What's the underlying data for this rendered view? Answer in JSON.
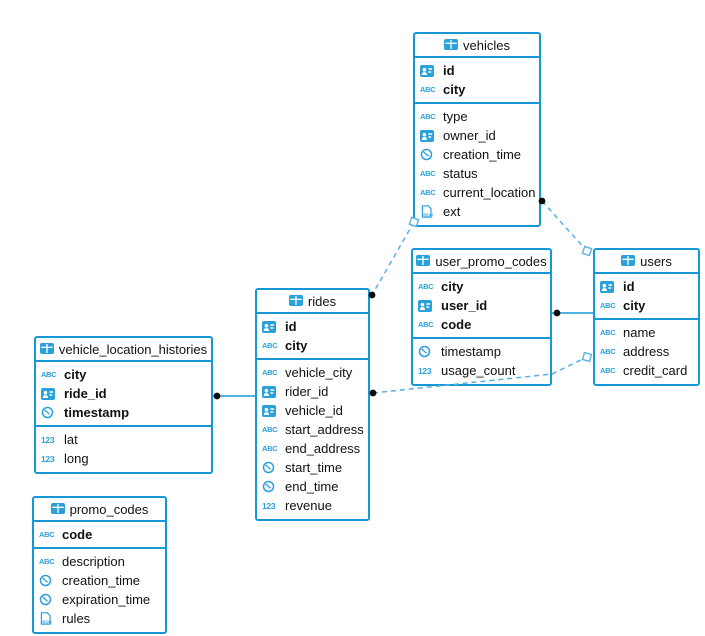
{
  "diagram": {
    "background": "#ffffff",
    "colors": {
      "primary": "#1798d6",
      "icon": "#2ba1dc",
      "dashed_line": "#56b1e3",
      "dot": "#0a0a0a",
      "text": "#111111"
    },
    "icon_labels": {
      "text": "ABC",
      "number": "123",
      "json": "JSON"
    },
    "tables": [
      {
        "name": "vehicles",
        "columns": [
          {
            "name": "id",
            "type": "id",
            "pk": true
          },
          {
            "name": "city",
            "type": "text",
            "pk": true
          },
          {
            "name": "type",
            "type": "text",
            "pk": false
          },
          {
            "name": "owner_id",
            "type": "id",
            "pk": false
          },
          {
            "name": "creation_time",
            "type": "time",
            "pk": false
          },
          {
            "name": "status",
            "type": "text",
            "pk": false
          },
          {
            "name": "current_location",
            "type": "text",
            "pk": false
          },
          {
            "name": "ext",
            "type": "json",
            "pk": false
          }
        ]
      },
      {
        "name": "user_promo_codes",
        "columns": [
          {
            "name": "city",
            "type": "text",
            "pk": true
          },
          {
            "name": "user_id",
            "type": "id",
            "pk": true
          },
          {
            "name": "code",
            "type": "text",
            "pk": true
          },
          {
            "name": "timestamp",
            "type": "time",
            "pk": false
          },
          {
            "name": "usage_count",
            "type": "number",
            "pk": false
          }
        ]
      },
      {
        "name": "users",
        "columns": [
          {
            "name": "id",
            "type": "id",
            "pk": true
          },
          {
            "name": "city",
            "type": "text",
            "pk": true
          },
          {
            "name": "name",
            "type": "text",
            "pk": false
          },
          {
            "name": "address",
            "type": "text",
            "pk": false
          },
          {
            "name": "credit_card",
            "type": "text",
            "pk": false
          }
        ]
      },
      {
        "name": "rides",
        "columns": [
          {
            "name": "id",
            "type": "id",
            "pk": true
          },
          {
            "name": "city",
            "type": "text",
            "pk": true
          },
          {
            "name": "vehicle_city",
            "type": "text",
            "pk": false
          },
          {
            "name": "rider_id",
            "type": "id",
            "pk": false
          },
          {
            "name": "vehicle_id",
            "type": "id",
            "pk": false
          },
          {
            "name": "start_address",
            "type": "text",
            "pk": false
          },
          {
            "name": "end_address",
            "type": "text",
            "pk": false
          },
          {
            "name": "start_time",
            "type": "time",
            "pk": false
          },
          {
            "name": "end_time",
            "type": "time",
            "pk": false
          },
          {
            "name": "revenue",
            "type": "number",
            "pk": false
          }
        ]
      },
      {
        "name": "vehicle_location_histories",
        "columns": [
          {
            "name": "city",
            "type": "text",
            "pk": true
          },
          {
            "name": "ride_id",
            "type": "id",
            "pk": true
          },
          {
            "name": "timestamp",
            "type": "time",
            "pk": true
          },
          {
            "name": "lat",
            "type": "number",
            "pk": false
          },
          {
            "name": "long",
            "type": "number",
            "pk": false
          }
        ]
      },
      {
        "name": "promo_codes",
        "columns": [
          {
            "name": "code",
            "type": "text",
            "pk": true
          },
          {
            "name": "description",
            "type": "text",
            "pk": false
          },
          {
            "name": "creation_time",
            "type": "time",
            "pk": false
          },
          {
            "name": "expiration_time",
            "type": "time",
            "pk": false
          },
          {
            "name": "rules",
            "type": "json",
            "pk": false
          }
        ]
      }
    ],
    "relationships": [
      {
        "from": "vehicle_location_histories",
        "to": "rides",
        "line": "solid",
        "from_marker": "dot",
        "to_marker": "none"
      },
      {
        "from": "user_promo_codes",
        "to": "users",
        "line": "solid",
        "from_marker": "dot",
        "to_marker": "none"
      },
      {
        "from": "vehicles",
        "to": "users",
        "line": "dashed",
        "from_marker": "dot",
        "to_marker": "square"
      },
      {
        "from": "rides",
        "to": "vehicles",
        "line": "dashed",
        "from_marker": "dot",
        "to_marker": "square"
      },
      {
        "from": "rides",
        "to": "users",
        "line": "dashed",
        "from_marker": "dot",
        "to_marker": "square"
      }
    ]
  }
}
